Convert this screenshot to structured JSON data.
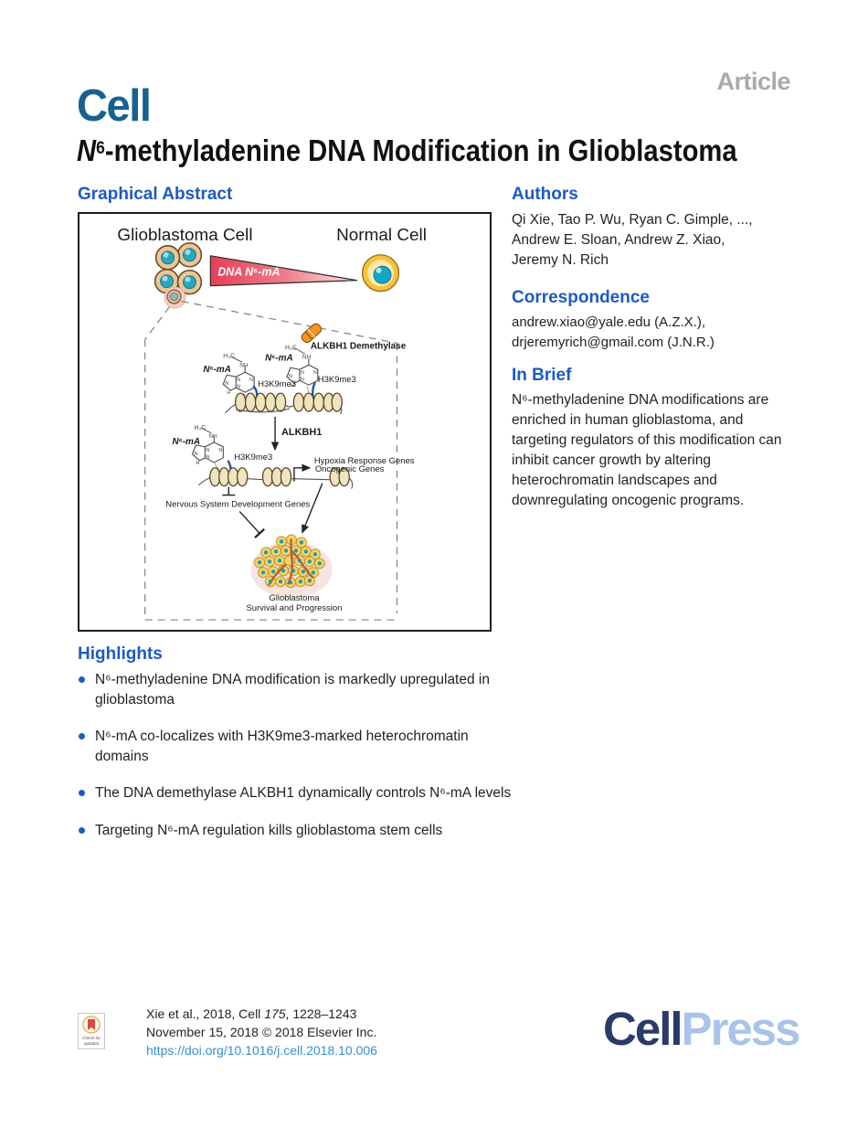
{
  "colors": {
    "heading_blue": "#1d5ac4",
    "link_blue": "#3a8ed2",
    "article_gray": "#a8aaad",
    "cell_logo_blue": "#17618e",
    "cellpress_navy": "#2b3a6b",
    "cellpress_light": "#aac3e8",
    "wedge_red": "#e73e58"
  },
  "header": {
    "article_label": "Article",
    "journal_logo": "Cell",
    "title": {
      "italic": "N",
      "sup": "6",
      "rest": "-methyladenine DNA Modification in Glioblastoma"
    }
  },
  "graphical_abstract": {
    "heading": "Graphical Abstract",
    "labels": {
      "glioblastoma_cell": "Glioblastoma Cell",
      "normal_cell": "Normal Cell",
      "wedge": "DNA N⁶-mA",
      "alkbh1_demethylase": "ALKBH1 Demethylase",
      "n6ma_1": "N⁶-mA",
      "n6ma_2": "N⁶-mA",
      "n6ma_3": "N⁶-mA",
      "h3c_1": "H₃C",
      "h3c_2": "H₃C",
      "h3c_3": "H₃C",
      "nh_1": "NH",
      "nh_2": "NH",
      "nh_3": "NH",
      "h3k9me3_1": "H3K9me3",
      "h3k9me3_2": "H3K9me3",
      "h3k9me3_3": "H3K9me3",
      "alkbh1": "ALKBH1",
      "hypoxia_genes": "Hypoxia Response Genes",
      "oncogenic_genes": "Oncogenic Genes",
      "nervous_genes": "Nervous System Development Genes",
      "tumor_label_1": "Glioblastoma",
      "tumor_label_2": "Survival and Progression"
    }
  },
  "authors": {
    "heading": "Authors",
    "lines": [
      "Qi Xie, Tao P. Wu, Ryan C. Gimple, ...,",
      "Andrew E. Sloan, Andrew Z. Xiao,",
      "Jeremy N. Rich"
    ]
  },
  "correspondence": {
    "heading": "Correspondence",
    "lines": [
      "andrew.xiao@yale.edu (A.Z.X.),",
      "drjeremyrich@gmail.com (J.N.R.)"
    ]
  },
  "in_brief": {
    "heading": "In Brief",
    "text": "N⁶-methyladenine DNA modifications are enriched in human glioblastoma, and targeting regulators of this modification can inhibit cancer growth by altering heterochromatin landscapes and downregulating oncogenic programs."
  },
  "highlights": {
    "heading": "Highlights",
    "items": [
      "N⁶-methyladenine DNA modification is markedly upregulated in glioblastoma",
      "N⁶-mA co-localizes with H3K9me3-marked heterochromatin domains",
      "The DNA demethylase ALKBH1 dynamically controls N⁶-mA levels",
      "Targeting N⁶-mA regulation kills glioblastoma stem cells"
    ]
  },
  "footer": {
    "citation": {
      "pre": "Xie et al., 2018, Cell ",
      "volume": "175",
      "rest": ", 1228–1243"
    },
    "date_line": "November 15, 2018 © 2018 Elsevier Inc.",
    "doi": "https://doi.org/10.1016/j.cell.2018.10.006",
    "badge_line1": "Check for",
    "badge_line2": "updates",
    "publisher": {
      "part1": "Cell",
      "part2": "Press"
    }
  }
}
